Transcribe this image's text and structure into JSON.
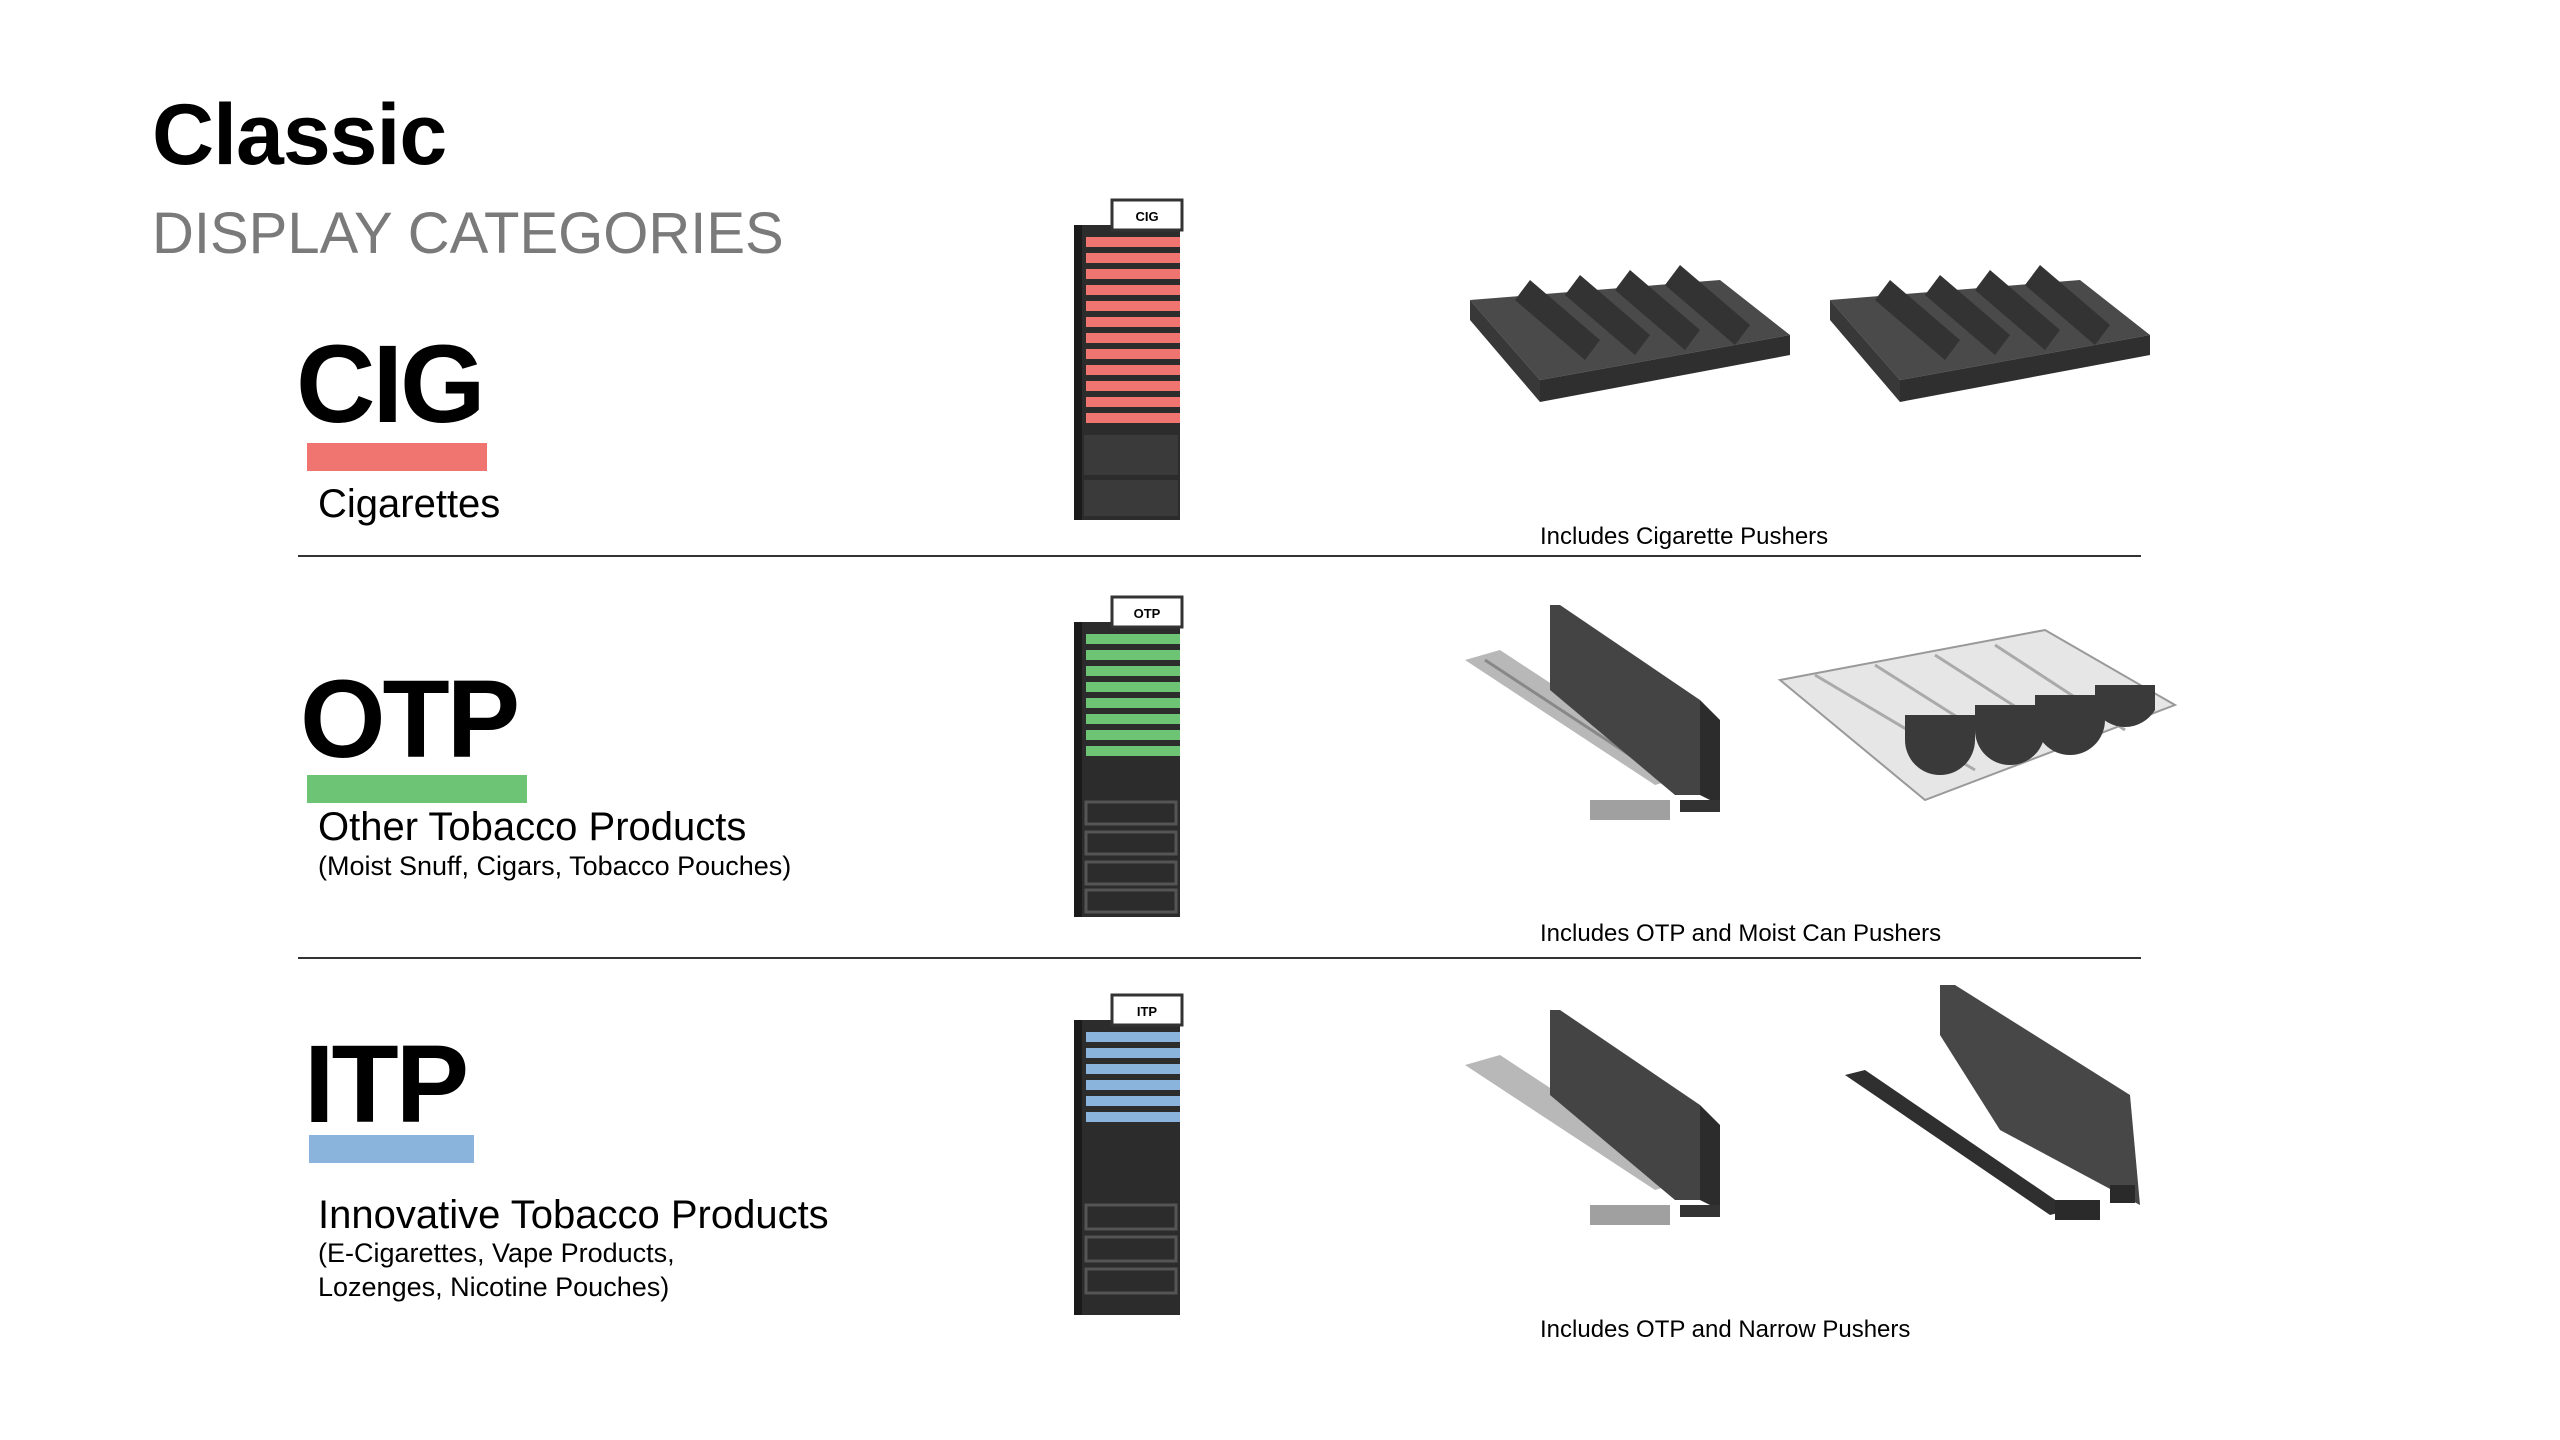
{
  "header": {
    "title": "Classic",
    "subtitle": "DISPLAY CATEGORIES"
  },
  "categories": [
    {
      "code": "CIG",
      "name": "Cigarettes",
      "details": [],
      "accent": "#f07570",
      "caption": "Includes Cigarette Pushers",
      "sign": "CIG"
    },
    {
      "code": "OTP",
      "name": "Other Tobacco Products",
      "details": [
        "(Moist Snuff, Cigars, Tobacco Pouches)"
      ],
      "accent": "#6cc474",
      "caption": "Includes OTP and Moist Can Pushers",
      "sign": "OTP"
    },
    {
      "code": "ITP",
      "name": "Innovative Tobacco Products",
      "details": [
        "(E-Cigarettes, Vape Products,",
        "Lozenges, Nicotine Pouches)"
      ],
      "accent": "#8ab4dc",
      "caption": "Includes OTP and Narrow Pushers",
      "sign": "ITP"
    }
  ]
}
